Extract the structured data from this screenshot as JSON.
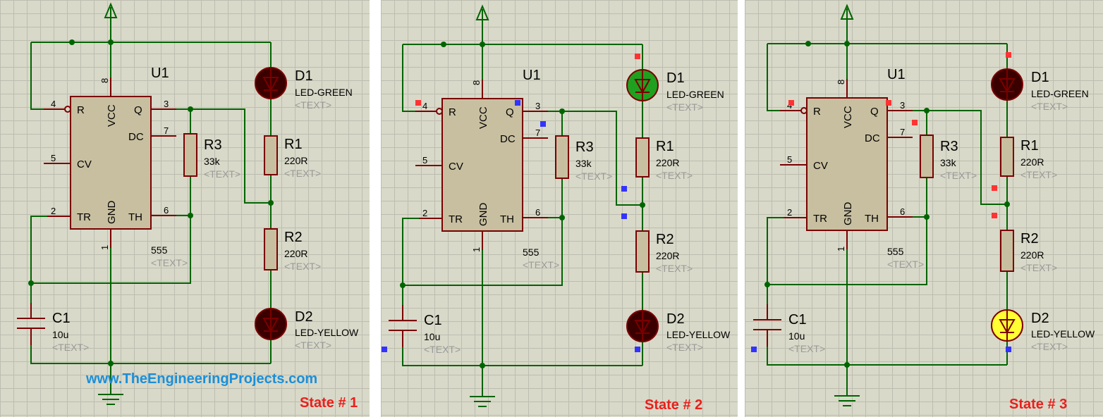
{
  "labels": {
    "ic_ref": "U1",
    "ic_part": "555",
    "text_placeholder": "<TEXT>",
    "pin_r": "R",
    "pin_vcc": "VCC",
    "pin_q": "Q",
    "pin_dc": "DC",
    "pin_cv": "CV",
    "pin_tr": "TR",
    "pin_gnd": "GND",
    "pin_th": "TH",
    "pin4": "4",
    "pin8": "8",
    "pin3": "3",
    "pin7": "7",
    "pin5": "5",
    "pin2": "2",
    "pin6": "6",
    "pin1": "1",
    "r1_ref": "R1",
    "r1_val": "220R",
    "r2_ref": "R2",
    "r2_val": "220R",
    "r3_ref": "R3",
    "r3_val": "33k",
    "d1_ref": "D1",
    "d1_val": "LED-GREEN",
    "d2_ref": "D2",
    "d2_val": "LED-YELLOW",
    "c1_ref": "C1",
    "c1_val": "10u"
  },
  "watermark": "www.TheEngineeringProjects.com",
  "states": [
    {
      "label": "State # 1",
      "d1": "off",
      "d2": "off"
    },
    {
      "label": "State # 2",
      "d1": "green",
      "d2": "off"
    },
    {
      "label": "State # 3",
      "d1": "off",
      "d2": "yellow"
    }
  ],
  "colors": {
    "wire": "#006400",
    "component": "#7a0000",
    "body": "#c8bfa0",
    "state_label": "#e8201c",
    "watermark": "#1c8fd8",
    "logic_high": "#ff3333",
    "logic_low": "#3333ff"
  }
}
